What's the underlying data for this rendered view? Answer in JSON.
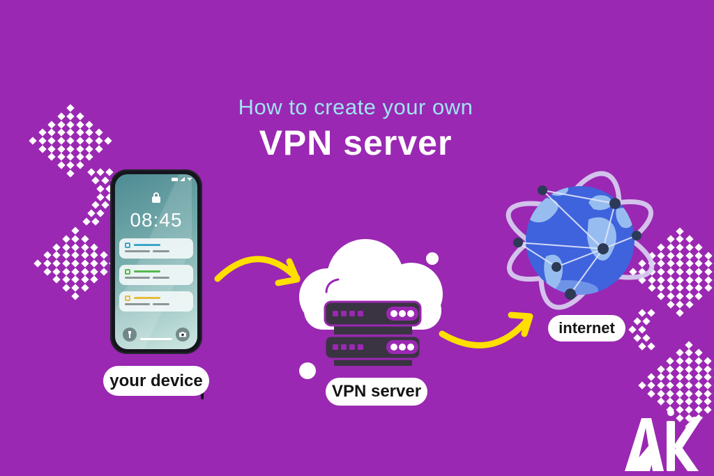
{
  "title": {
    "line1": "How to create your own",
    "line2": "VPN server"
  },
  "labels": {
    "device": "your device",
    "server": "VPN server",
    "internet": "internet"
  },
  "phone": {
    "time": "08:45",
    "notifications": [
      {
        "accent": "#3aa7c9"
      },
      {
        "accent": "#54b84c"
      },
      {
        "accent": "#e7bb3c"
      }
    ]
  },
  "logo": {
    "text": "AK"
  },
  "colors": {
    "background": "#9a28b2",
    "title_line1": "#9fe4f2",
    "title_line2": "#ffffff",
    "arrow": "#ffdf00",
    "label_text": "#141414",
    "pill_bg": "#ffffff",
    "server_dark": "#3a3442",
    "server_accent": "#9a28b2",
    "globe_blue": "#3f63dc",
    "globe_land": "#97bdf0",
    "orbit": "#d8d0f0",
    "node": "#2c3a57",
    "dots": "#ffffff"
  }
}
